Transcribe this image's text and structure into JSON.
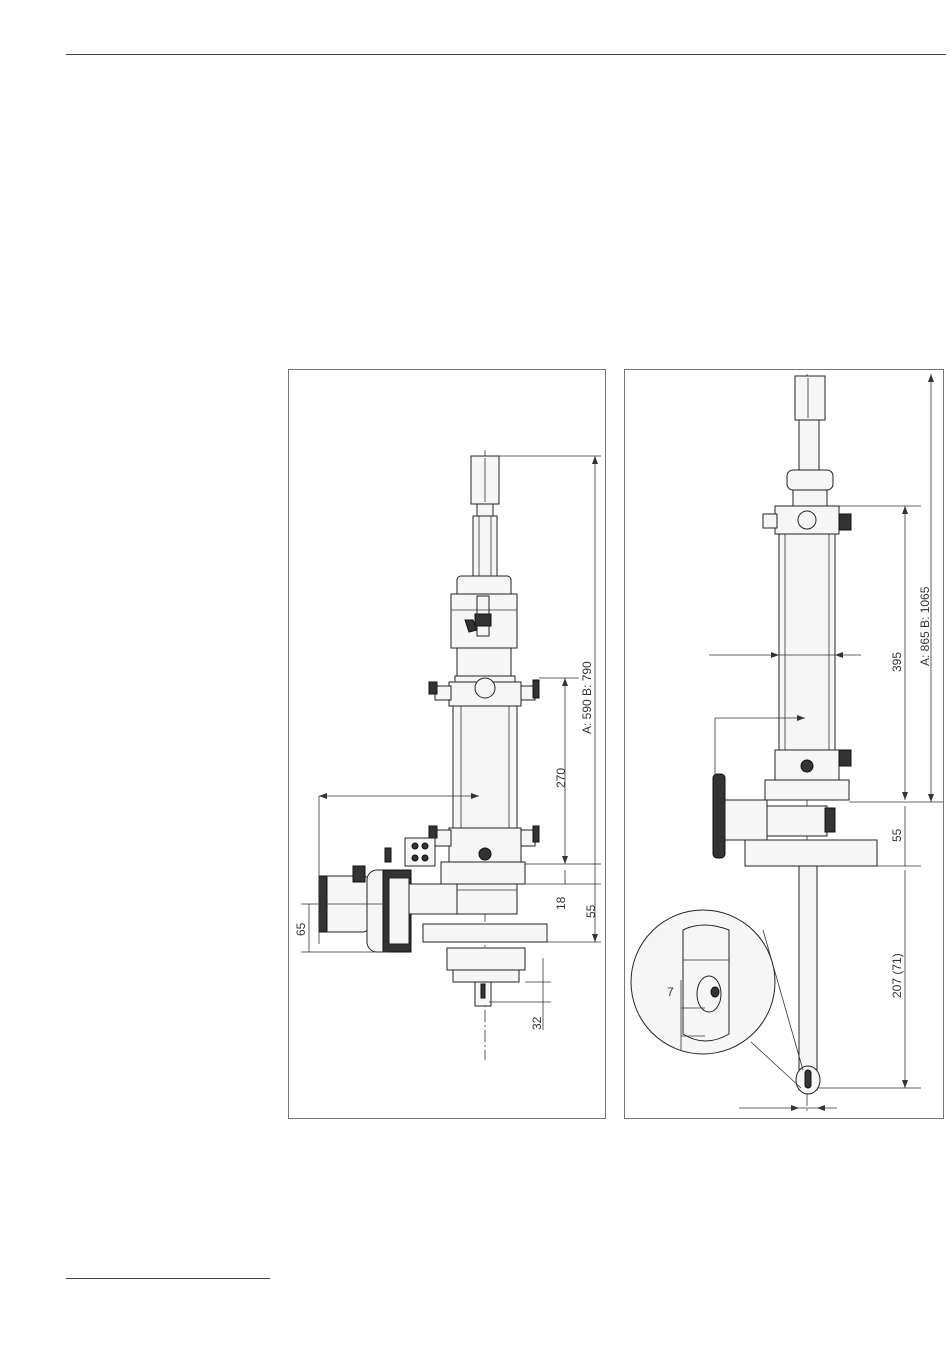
{
  "drawing_left": {
    "dim_total": "A: 590   B: 790",
    "dim_270": "270",
    "dim_18": "18",
    "dim_55": "55",
    "dim_65": "65",
    "dim_32": "32"
  },
  "drawing_right": {
    "dim_total": "A: 865    B: 1065",
    "dim_395": "395",
    "dim_55": "55",
    "dim_207": "207 (71)",
    "dim_7": "7"
  }
}
